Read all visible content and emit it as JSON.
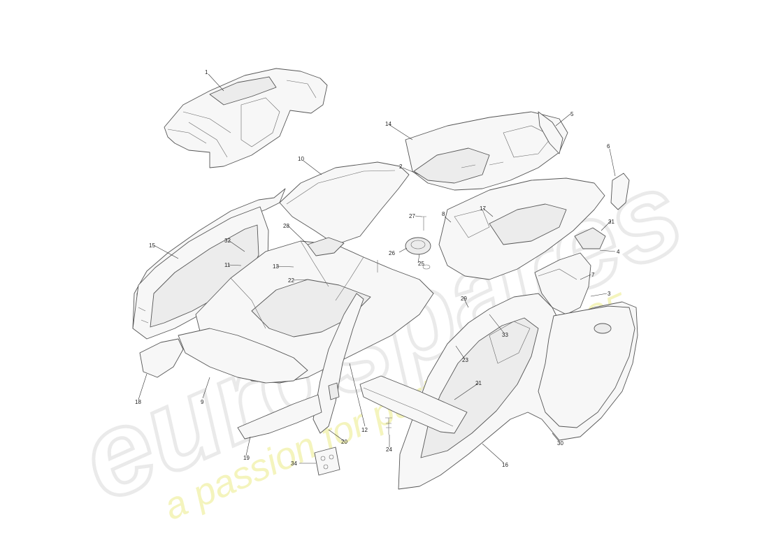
{
  "watermark": {
    "logo": "eurospares",
    "tagline": "a passion for parts since 1985",
    "logo_color": "#e3e3e3",
    "tagline_color": "#f1f1a8"
  },
  "callouts": [
    {
      "id": "1",
      "label": "1"
    },
    {
      "id": "2",
      "label": "2"
    },
    {
      "id": "3",
      "label": "3"
    },
    {
      "id": "4",
      "label": "4"
    },
    {
      "id": "5",
      "label": "5"
    },
    {
      "id": "6",
      "label": "6"
    },
    {
      "id": "7",
      "label": "7"
    },
    {
      "id": "8",
      "label": "8"
    },
    {
      "id": "9",
      "label": "9"
    },
    {
      "id": "10",
      "label": "10"
    },
    {
      "id": "11",
      "label": "11"
    },
    {
      "id": "12",
      "label": "12"
    },
    {
      "id": "13",
      "label": "13"
    },
    {
      "id": "14",
      "label": "14"
    },
    {
      "id": "15",
      "label": "15"
    },
    {
      "id": "16",
      "label": "16"
    },
    {
      "id": "17",
      "label": "17"
    },
    {
      "id": "18",
      "label": "18"
    },
    {
      "id": "19",
      "label": "19"
    },
    {
      "id": "20",
      "label": "20"
    },
    {
      "id": "21",
      "label": "21"
    },
    {
      "id": "22",
      "label": "22"
    },
    {
      "id": "23",
      "label": "23"
    },
    {
      "id": "24",
      "label": "24"
    },
    {
      "id": "25",
      "label": "25"
    },
    {
      "id": "26",
      "label": "26"
    },
    {
      "id": "27",
      "label": "27"
    },
    {
      "id": "28",
      "label": "28"
    },
    {
      "id": "29",
      "label": "29"
    },
    {
      "id": "30",
      "label": "30"
    },
    {
      "id": "31",
      "label": "31"
    },
    {
      "id": "32",
      "label": "32"
    },
    {
      "id": "33",
      "label": "33"
    },
    {
      "id": "34",
      "label": "34"
    }
  ]
}
